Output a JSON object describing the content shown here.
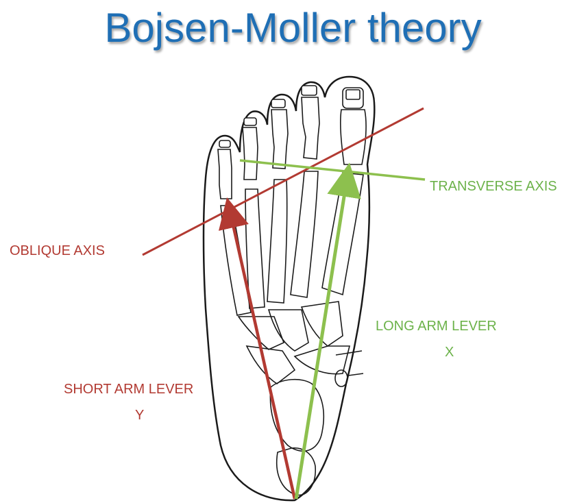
{
  "title": "Bojsen-Moller theory",
  "colors": {
    "title": "#1f6fb5",
    "oblique": "#b23a32",
    "transverse": "#6cb24a",
    "outline": "#1a1a1a"
  },
  "labels": {
    "transverse_axis": "TRANSVERSE AXIS",
    "oblique_axis": "OBLIQUE AXIS",
    "long_arm_lever": "LONG ARM LEVER",
    "long_arm_var": "X",
    "short_arm_lever": "SHORT ARM LEVER",
    "short_arm_var": "Y"
  },
  "icons": [
    "foot-skeleton-illustration",
    "arrow-head"
  ]
}
